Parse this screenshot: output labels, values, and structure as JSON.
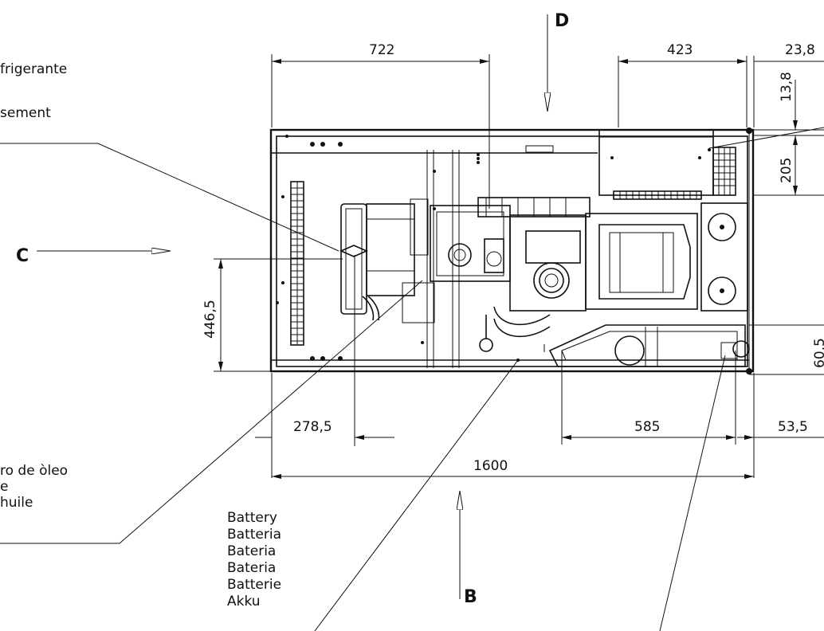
{
  "views": {
    "top": "D",
    "left": "C",
    "bottom": "B"
  },
  "dimensions": {
    "d722": "722",
    "d423": "423",
    "d23_8": "23,8",
    "d13_8": "13,8",
    "d205": "205",
    "d446_5": "446,5",
    "d60_5": "60,5",
    "d278_5": "278,5",
    "d585": "585",
    "d53_5": "53,5",
    "d1600": "1600"
  },
  "labels": {
    "coolant_partial": "frigerante",
    "coolant2_partial": "sement",
    "oil_line1": "ro de òleo",
    "oil_line2": "e",
    "oil_line3": "huile",
    "battery": [
      "Battery",
      "Batteria",
      "Bateria",
      "Bateria",
      "Batterie",
      "Akku"
    ]
  }
}
